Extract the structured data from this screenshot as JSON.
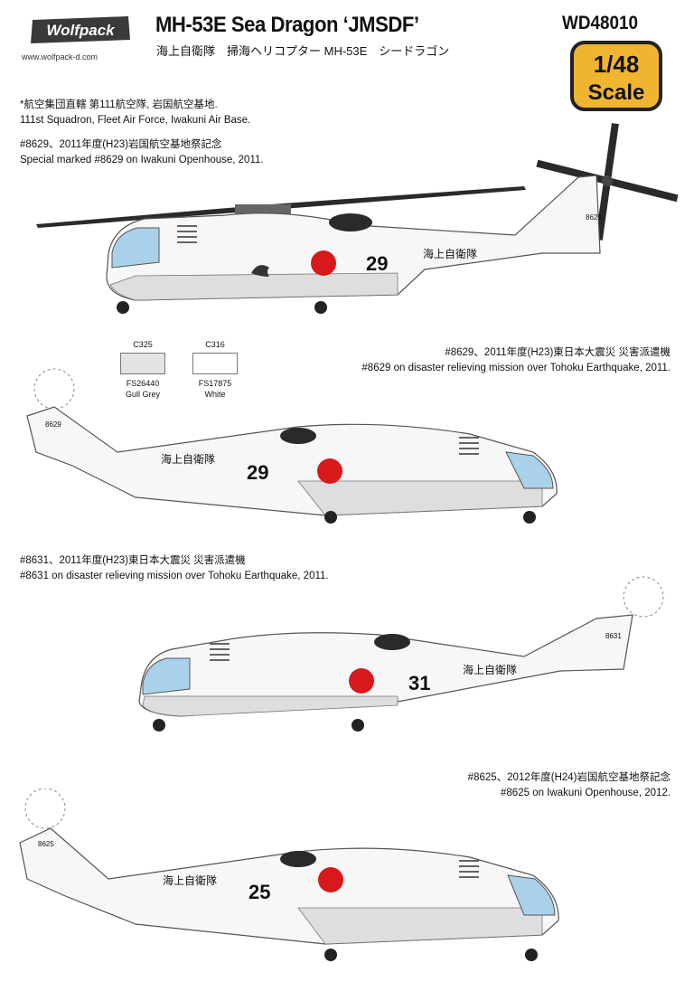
{
  "header": {
    "brand": "Wolfpack",
    "url": "www.wolfpack-d.com",
    "title": "MH-53E Sea Dragon ‘JMSDF’",
    "subtitle": "海上自衛隊　掃海ヘリコプター MH-53E　シードラゴン",
    "product_code": "WD48010",
    "scale_value": "1/48",
    "scale_word": "Scale"
  },
  "profiles": [
    {
      "caption_ja_1": "*航空集団直轄 第111航空隊, 岩国航空基地.",
      "caption_en_1": "111st Squadron, Fleet Air Force, Iwakuni Air Base.",
      "caption_ja_2": "#8629、2011年度(H23)岩国航空基地祭記念",
      "caption_en_2": "Special marked #8629 on Iwakuni Openhouse, 2011.",
      "number": "29",
      "tail_code": "8629",
      "kanji": "海上自衛隊"
    },
    {
      "caption_ja": "#8629、2011年度(H23)東日本大震災 災害派遣機",
      "caption_en": "#8629 on disaster relieving mission over Tohoku Earthquake, 2011.",
      "number": "29",
      "tail_code": "8629",
      "kanji": "海上自衛隊"
    },
    {
      "caption_ja": "#8631、2011年度(H23)東日本大震災 災害派遣機",
      "caption_en": "#8631 on disaster relieving mission over Tohoku Earthquake, 2011.",
      "number": "31",
      "tail_code": "8631",
      "kanji": "海上自衛隊"
    },
    {
      "caption_ja": "#8625、2012年度(H24)岩国航空基地祭記念",
      "caption_en": "#8625 on Iwakuni Openhouse, 2012.",
      "number": "25",
      "tail_code": "8625",
      "kanji": "海上自衛隊"
    }
  ],
  "swatches": [
    {
      "code": "C325",
      "fs": "FS26440",
      "name": "Gull Grey",
      "color": "#e3e3e3"
    },
    {
      "code": "C316",
      "fs": "FS17875",
      "name": "White",
      "color": "#ffffff"
    }
  ],
  "colors": {
    "fuselage_white": "#f7f7f7",
    "gull_grey": "#dedede",
    "hinomaru": "#d8191c",
    "canopy_blue": "#a9d2ea",
    "logo_yellow": "#f0b530",
    "rotor_dark": "#2a2a2a"
  }
}
